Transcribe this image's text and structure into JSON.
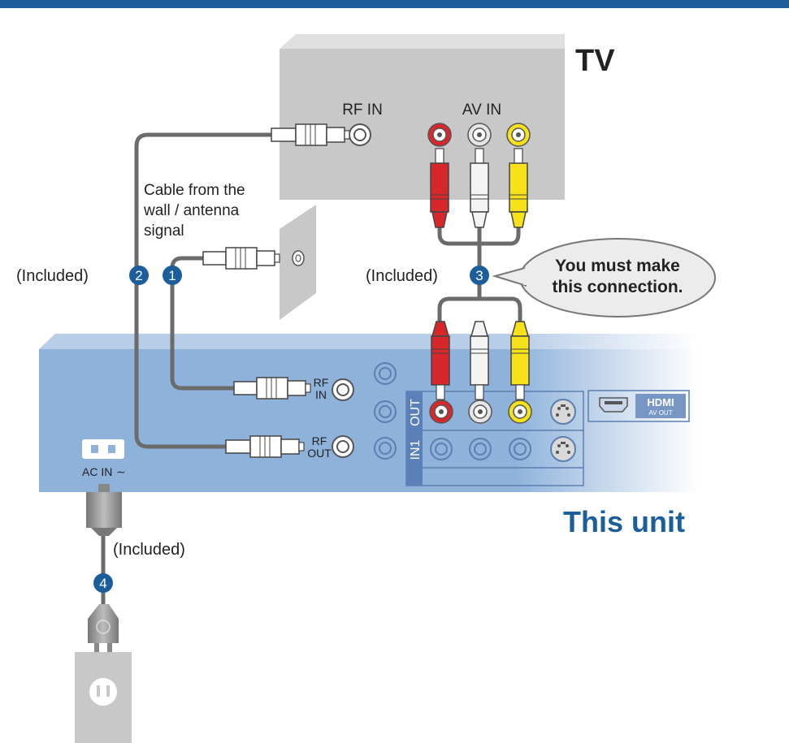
{
  "tv": {
    "title": "TV",
    "rf_in_label": "RF IN",
    "av_in_label": "AV IN"
  },
  "wall": {
    "cable_note": [
      "Cable from the",
      "wall / antenna",
      "signal"
    ]
  },
  "unit": {
    "title": "This unit",
    "rf_in": [
      "RF",
      "IN"
    ],
    "rf_out": [
      "RF",
      "OUT"
    ],
    "out_label": "OUT",
    "in1_label": "IN1",
    "ac_in_label": "AC IN",
    "ac_in_symbol": "∼",
    "hdmi_logo": "HDMI",
    "hdmi_sub": "AV OUT"
  },
  "callout": {
    "line1": "You must make",
    "line2": "this connection."
  },
  "steps": [
    {
      "num": "1",
      "label": ""
    },
    {
      "num": "2",
      "label": "(Included)"
    },
    {
      "num": "3",
      "label": "(Included)"
    },
    {
      "num": "4",
      "label": "(Included)"
    }
  ],
  "colors": {
    "accent_blue": "#1c5d9c",
    "header_bar": "#1c5d9c",
    "unit_body": "#8fb2db",
    "tv_body": "#c8c8c8",
    "cable": "#6b6b6b",
    "plug_red": "#d8272a",
    "plug_white": "#f4f4f4",
    "plug_yellow": "#f7e21a"
  }
}
